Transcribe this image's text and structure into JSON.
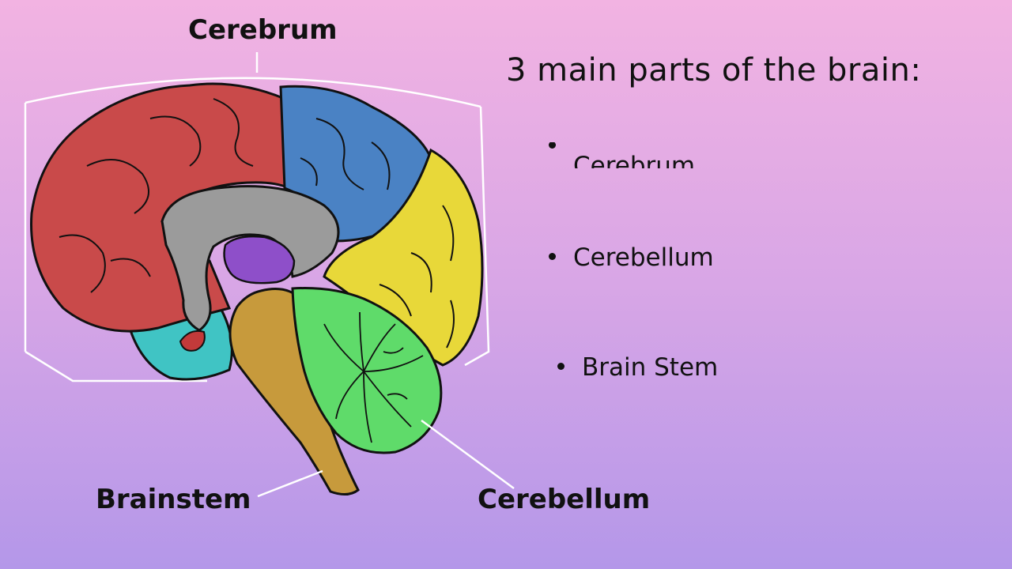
{
  "diagram_labels": {
    "cerebrum": "Cerebrum",
    "brainstem": "Brainstem",
    "cerebellum": "Cerebellum"
  },
  "slide": {
    "title": "3 main parts of the brain:",
    "bullets": [
      {
        "text": "Cerebrum"
      },
      {
        "text": "Cerebellum"
      },
      {
        "text": "Brain Stem"
      }
    ]
  },
  "colors": {
    "background_top": "#f2b3e2",
    "background_bottom": "#b497e9",
    "frontal_lobe": "#c94a4a",
    "parietal_lobe": "#4a82c4",
    "occipital_lobe": "#e8d839",
    "temporal_lobe": "#40c4c4",
    "corpus_callosum": "#9b9b9b",
    "thalamus": "#8e4fc9",
    "brainstem": "#c79a3c",
    "cerebellum": "#5fdb6a"
  }
}
